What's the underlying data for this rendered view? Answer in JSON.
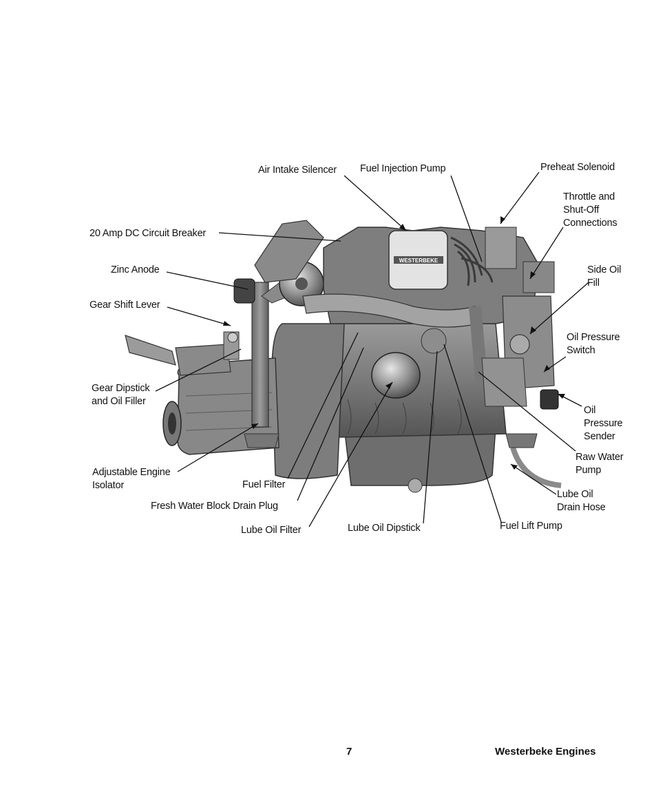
{
  "labels": {
    "air_intake_silencer": "Air Intake Silencer",
    "fuel_injection_pump": "Fuel Injection Pump",
    "preheat_solenoid": "Preheat Solenoid",
    "throttle_shutoff": [
      "Throttle and",
      "Shut-Off",
      "Connections"
    ],
    "circuit_breaker": "20 Amp DC Circuit Breaker",
    "zinc_anode": "Zinc Anode",
    "side_oil_fill": [
      "Side Oil",
      "Fill"
    ],
    "gear_shift_lever": "Gear Shift Lever",
    "oil_pressure_switch": [
      "Oil Pressure",
      "Switch"
    ],
    "gear_dipstick": [
      "Gear Dipstick",
      "and Oil Filler"
    ],
    "oil_pressure_sender": [
      "Oil",
      "Pressure",
      "Sender"
    ],
    "raw_water_pump": [
      "Raw Water",
      "Pump"
    ],
    "adjustable_isolator": [
      "Adjustable Engine",
      "Isolator"
    ],
    "fuel_filter": "Fuel Filter",
    "lube_oil_drain_hose": [
      "Lube Oil",
      "Drain Hose"
    ],
    "fresh_water_drain": "Fresh Water Block Drain Plug",
    "lube_oil_filter": "Lube Oil Filter",
    "lube_oil_dipstick": "Lube Oil Dipstick",
    "fuel_lift_pump": "Fuel Lift Pump"
  },
  "engine_brand_plate": "WESTERBEKE",
  "footer": {
    "page_number": "7",
    "brand": "Westerbeke Engines"
  }
}
